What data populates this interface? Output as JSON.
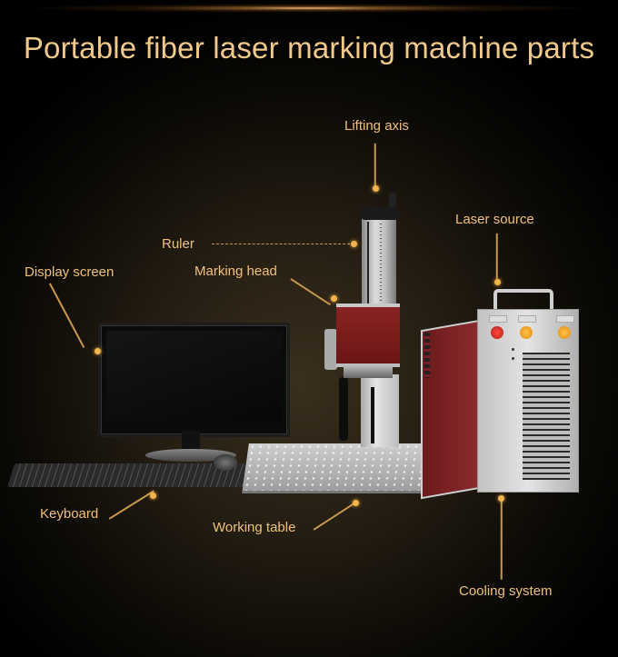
{
  "title": "Portable fiber laser marking machine parts",
  "colors": {
    "background": "#000000",
    "title_text": "#f1c98a",
    "label_text": "#f0c17a",
    "callout_dot": "#f3b44c",
    "callout_line": "#c8984e",
    "marking_head_red": "#8a2323",
    "laser_source_red": "#8a2a2d"
  },
  "callouts": [
    {
      "id": "lifting-axis",
      "label": "Lifting axis"
    },
    {
      "id": "laser-source",
      "label": "Laser source"
    },
    {
      "id": "ruler",
      "label": "Ruler"
    },
    {
      "id": "display-screen",
      "label": "Display screen"
    },
    {
      "id": "marking-head",
      "label": "Marking head"
    },
    {
      "id": "keyboard",
      "label": "Keyboard"
    },
    {
      "id": "working-table",
      "label": "Working table"
    },
    {
      "id": "cooling-system",
      "label": "Cooling system"
    }
  ]
}
